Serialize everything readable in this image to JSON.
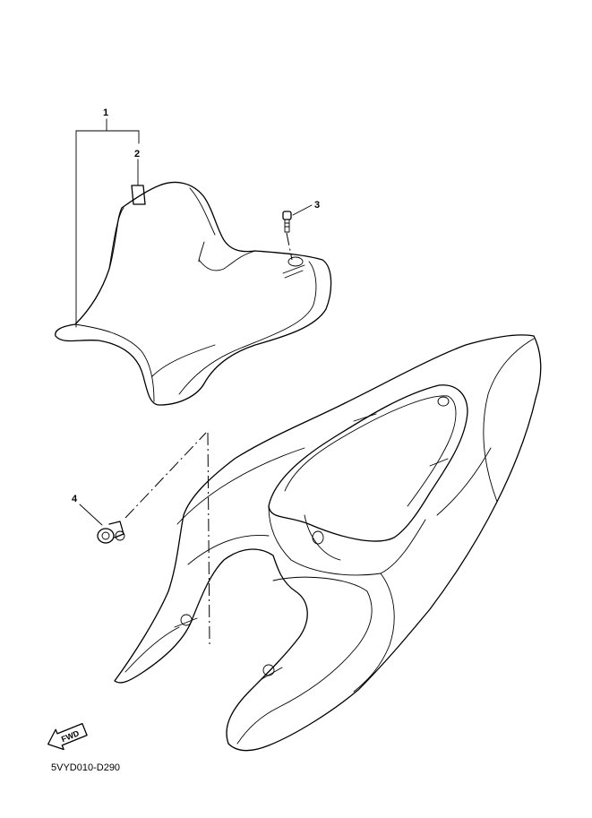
{
  "callouts": [
    "1",
    "2",
    "3",
    "4"
  ],
  "fwd_label": "FWD",
  "diagram_code": "5VYD010-D290"
}
